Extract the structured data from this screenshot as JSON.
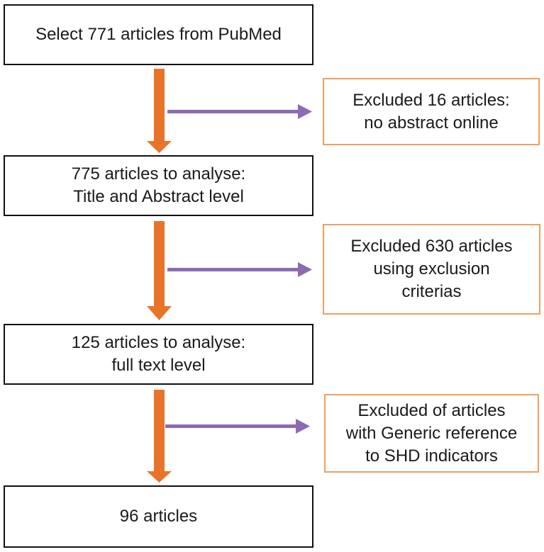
{
  "flow": {
    "steps": [
      {
        "lines": [
          "Select 771 articles from PubMed"
        ]
      },
      {
        "lines": [
          "775 articles to analyse:",
          "Title and Abstract level"
        ]
      },
      {
        "lines": [
          "125 articles to analyse:",
          "full text level"
        ]
      },
      {
        "lines": [
          "96 articles"
        ]
      }
    ],
    "exclusions": [
      {
        "lines": [
          "Excluded 16 articles:",
          "no abstract online"
        ]
      },
      {
        "lines": [
          "Excluded 630 articles",
          "using exclusion",
          "criterias"
        ]
      },
      {
        "lines": [
          "Excluded of articles",
          "with Generic reference",
          "to SHD indicators"
        ]
      }
    ]
  },
  "colors": {
    "main_border": "#111111",
    "exclusion_border": "#f0a060",
    "down_arrow": "#e8742a",
    "side_arrow": "#8d6ab4"
  }
}
